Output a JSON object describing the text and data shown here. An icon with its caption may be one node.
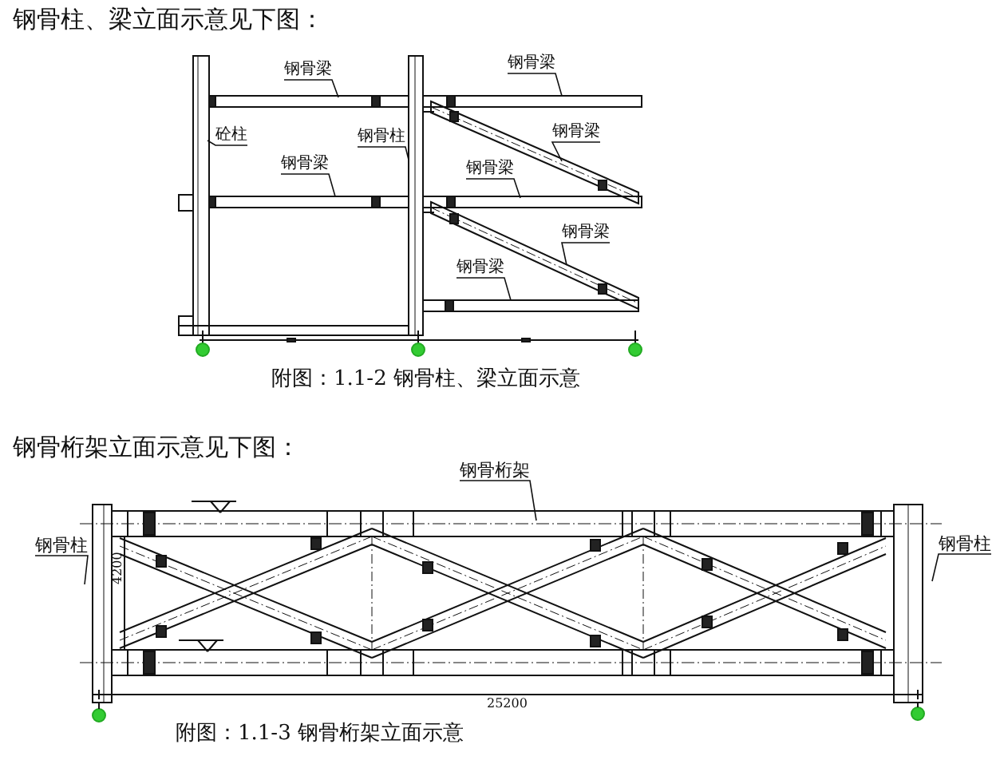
{
  "diagram": {
    "nodes": [
      {
        "text": [
          "钢骨梁"
        ]
      },
      {
        "text": [
          "钢骨梁"
        ]
      },
      {
        "text": [
          "砼柱"
        ]
      },
      {
        "text": [
          "钢骨柱"
        ]
      },
      {
        "text": [
          "钢骨梁"
        ]
      },
      {
        "text": [
          "钢骨梁"
        ]
      },
      {
        "text": [
          "钢骨梁"
        ]
      },
      {
        "text": [
          "钢骨梁"
        ]
      },
      {
        "text": [
          "钢骨梁"
        ]
      },
      {
        "text": [
          "钢骨桁架"
        ]
      },
      {
        "text": [
          "钢骨柱"
        ]
      },
      {
        "text": [
          "钢骨柱"
        ]
      }
    ],
    "edges": [
      {
        "from": 0,
        "to": null,
        "arrow": "none"
      },
      {
        "from": 1,
        "to": null,
        "arrow": "none"
      },
      {
        "from": 2,
        "to": null,
        "arrow": "none"
      },
      {
        "from": 3,
        "to": null,
        "arrow": "none"
      },
      {
        "from": 4,
        "to": null,
        "arrow": "none"
      },
      {
        "from": 5,
        "to": null,
        "arrow": "none"
      },
      {
        "from": 6,
        "to": null,
        "arrow": "none"
      },
      {
        "from": 7,
        "to": null,
        "arrow": "none"
      },
      {
        "from": 8,
        "to": null,
        "arrow": "none"
      },
      {
        "from": 9,
        "to": null,
        "arrow": "none"
      },
      {
        "from": 10,
        "to": null,
        "arrow": "none"
      },
      {
        "from": 11,
        "to": null,
        "arrow": "none"
      }
    ],
    "labels": [
      "钢骨柱、梁立面示意见下图：",
      "附图：1.1-2 钢骨柱、梁立面示意",
      "钢骨桁架立面示意见下图：",
      "4200",
      "25200",
      "附图：1.1-3 钢骨桁架立面示意"
    ]
  }
}
